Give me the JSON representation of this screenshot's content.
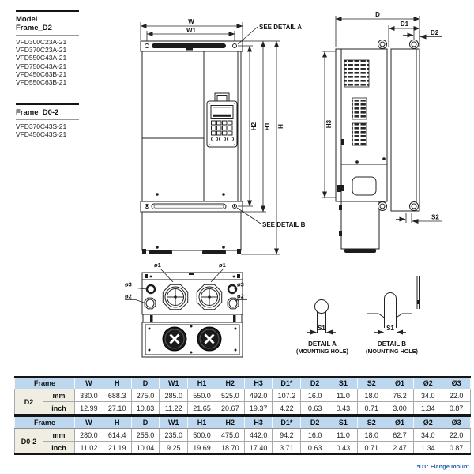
{
  "left_panel": {
    "model_heading_line1": "Model",
    "model_heading_line2": "Frame_D2",
    "d2_models": [
      "VFD300C23A-21",
      "VFD370C23A-21",
      "VFD550C43A-21",
      "VFD750C43A-21",
      "VFD450C63B-21",
      "VFD550C63B-21"
    ],
    "d02_heading": "Frame_D0-2",
    "d02_models": [
      "VFD370C43S-21",
      "VFD450C43S-21"
    ]
  },
  "drawing": {
    "labels": {
      "w": "W",
      "w1": "W1",
      "h": "H",
      "h1": "H1",
      "h2": "H2",
      "h3": "H3",
      "d": "D",
      "d1": "D1",
      "d2": "D2",
      "s1": "S1",
      "s2": "S2",
      "dia1": "ø1",
      "dia2": "ø2",
      "dia3": "ø3",
      "see_detail_a": "SEE DETAIL A",
      "see_detail_b": "SEE DETAIL B",
      "detail_a": "DETAIL A",
      "detail_b": "DETAIL B",
      "mounting_hole": "(MOUNTING HOLE)"
    }
  },
  "dimension_tables": [
    {
      "frame_label": "Frame",
      "frame": "D2",
      "columns": [
        "W",
        "H",
        "D",
        "W1",
        "H1",
        "H2",
        "H3",
        "D1*",
        "D2",
        "S1",
        "S2",
        "Ø1",
        "Ø2",
        "Ø3"
      ],
      "rows": [
        {
          "unit": "mm",
          "values": [
            "330.0",
            "688.3",
            "275.0",
            "285.0",
            "550.0",
            "525.0",
            "492.0",
            "107.2",
            "16.0",
            "11.0",
            "18.0",
            "76.2",
            "34.0",
            "22.0"
          ]
        },
        {
          "unit": "inch",
          "values": [
            "12.99",
            "27.10",
            "10.83",
            "11.22",
            "21.65",
            "20.67",
            "19.37",
            "4.22",
            "0.63",
            "0.43",
            "0.71",
            "3.00",
            "1.34",
            "0.87"
          ]
        }
      ]
    },
    {
      "frame_label": "Frame",
      "frame": "D0-2",
      "columns": [
        "W",
        "H",
        "D",
        "W1",
        "H1",
        "H2",
        "H3",
        "D1*",
        "D2",
        "S1",
        "S2",
        "Ø1",
        "Ø2",
        "Ø3"
      ],
      "rows": [
        {
          "unit": "mm",
          "values": [
            "280.0",
            "614.4",
            "255.0",
            "235.0",
            "500.0",
            "475.0",
            "442.0",
            "94.2",
            "16.0",
            "11.0",
            "18.0",
            "62.7",
            "34.0",
            "22.0"
          ]
        },
        {
          "unit": "inch",
          "values": [
            "11.02",
            "21.19",
            "10.04",
            "9.25",
            "19.69",
            "18.70",
            "17.40",
            "3.71",
            "0.63",
            "0.43",
            "0.71",
            "2.47",
            "1.34",
            "0.87"
          ]
        }
      ]
    }
  ],
  "footnote": "*D1: Flange mount.",
  "colors": {
    "table_header": "#BCD7EE",
    "frame_cell": "#F0EEE2",
    "footnote_blue": "#2563AD",
    "line": "#222222"
  }
}
